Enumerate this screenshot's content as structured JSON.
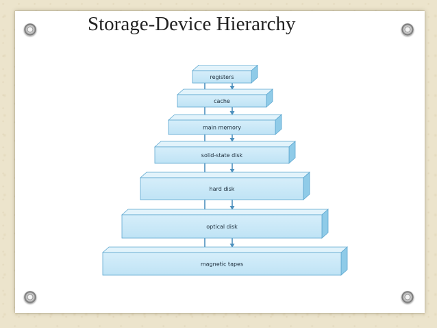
{
  "slide": {
    "title": "Storage-Device Hierarchy"
  },
  "diagram": {
    "tiers": [
      {
        "label": "registers"
      },
      {
        "label": "cache"
      },
      {
        "label": "main memory"
      },
      {
        "label": "solid-state disk"
      },
      {
        "label": "hard disk"
      },
      {
        "label": "optical disk"
      },
      {
        "label": "magnetic tapes"
      }
    ]
  },
  "colors": {
    "box_front": "#bfe3f5",
    "box_top": "#e2f3fb",
    "box_side": "#8fcbe8",
    "box_edge": "#5ba6cf",
    "arrow": "#4d90bd"
  }
}
